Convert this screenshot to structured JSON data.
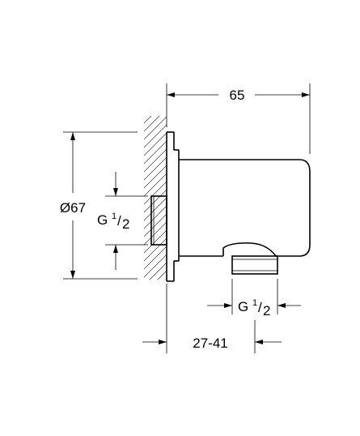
{
  "dimensions": {
    "overall_length": "65",
    "diameter": "Ø67",
    "inlet_thread_main": "G",
    "inlet_thread_fraction_num": "1",
    "inlet_thread_fraction_den": "2",
    "outlet_thread_main": "G",
    "outlet_thread_fraction_num": "1",
    "outlet_thread_fraction_den": "2",
    "projection_range": "27-41"
  }
}
